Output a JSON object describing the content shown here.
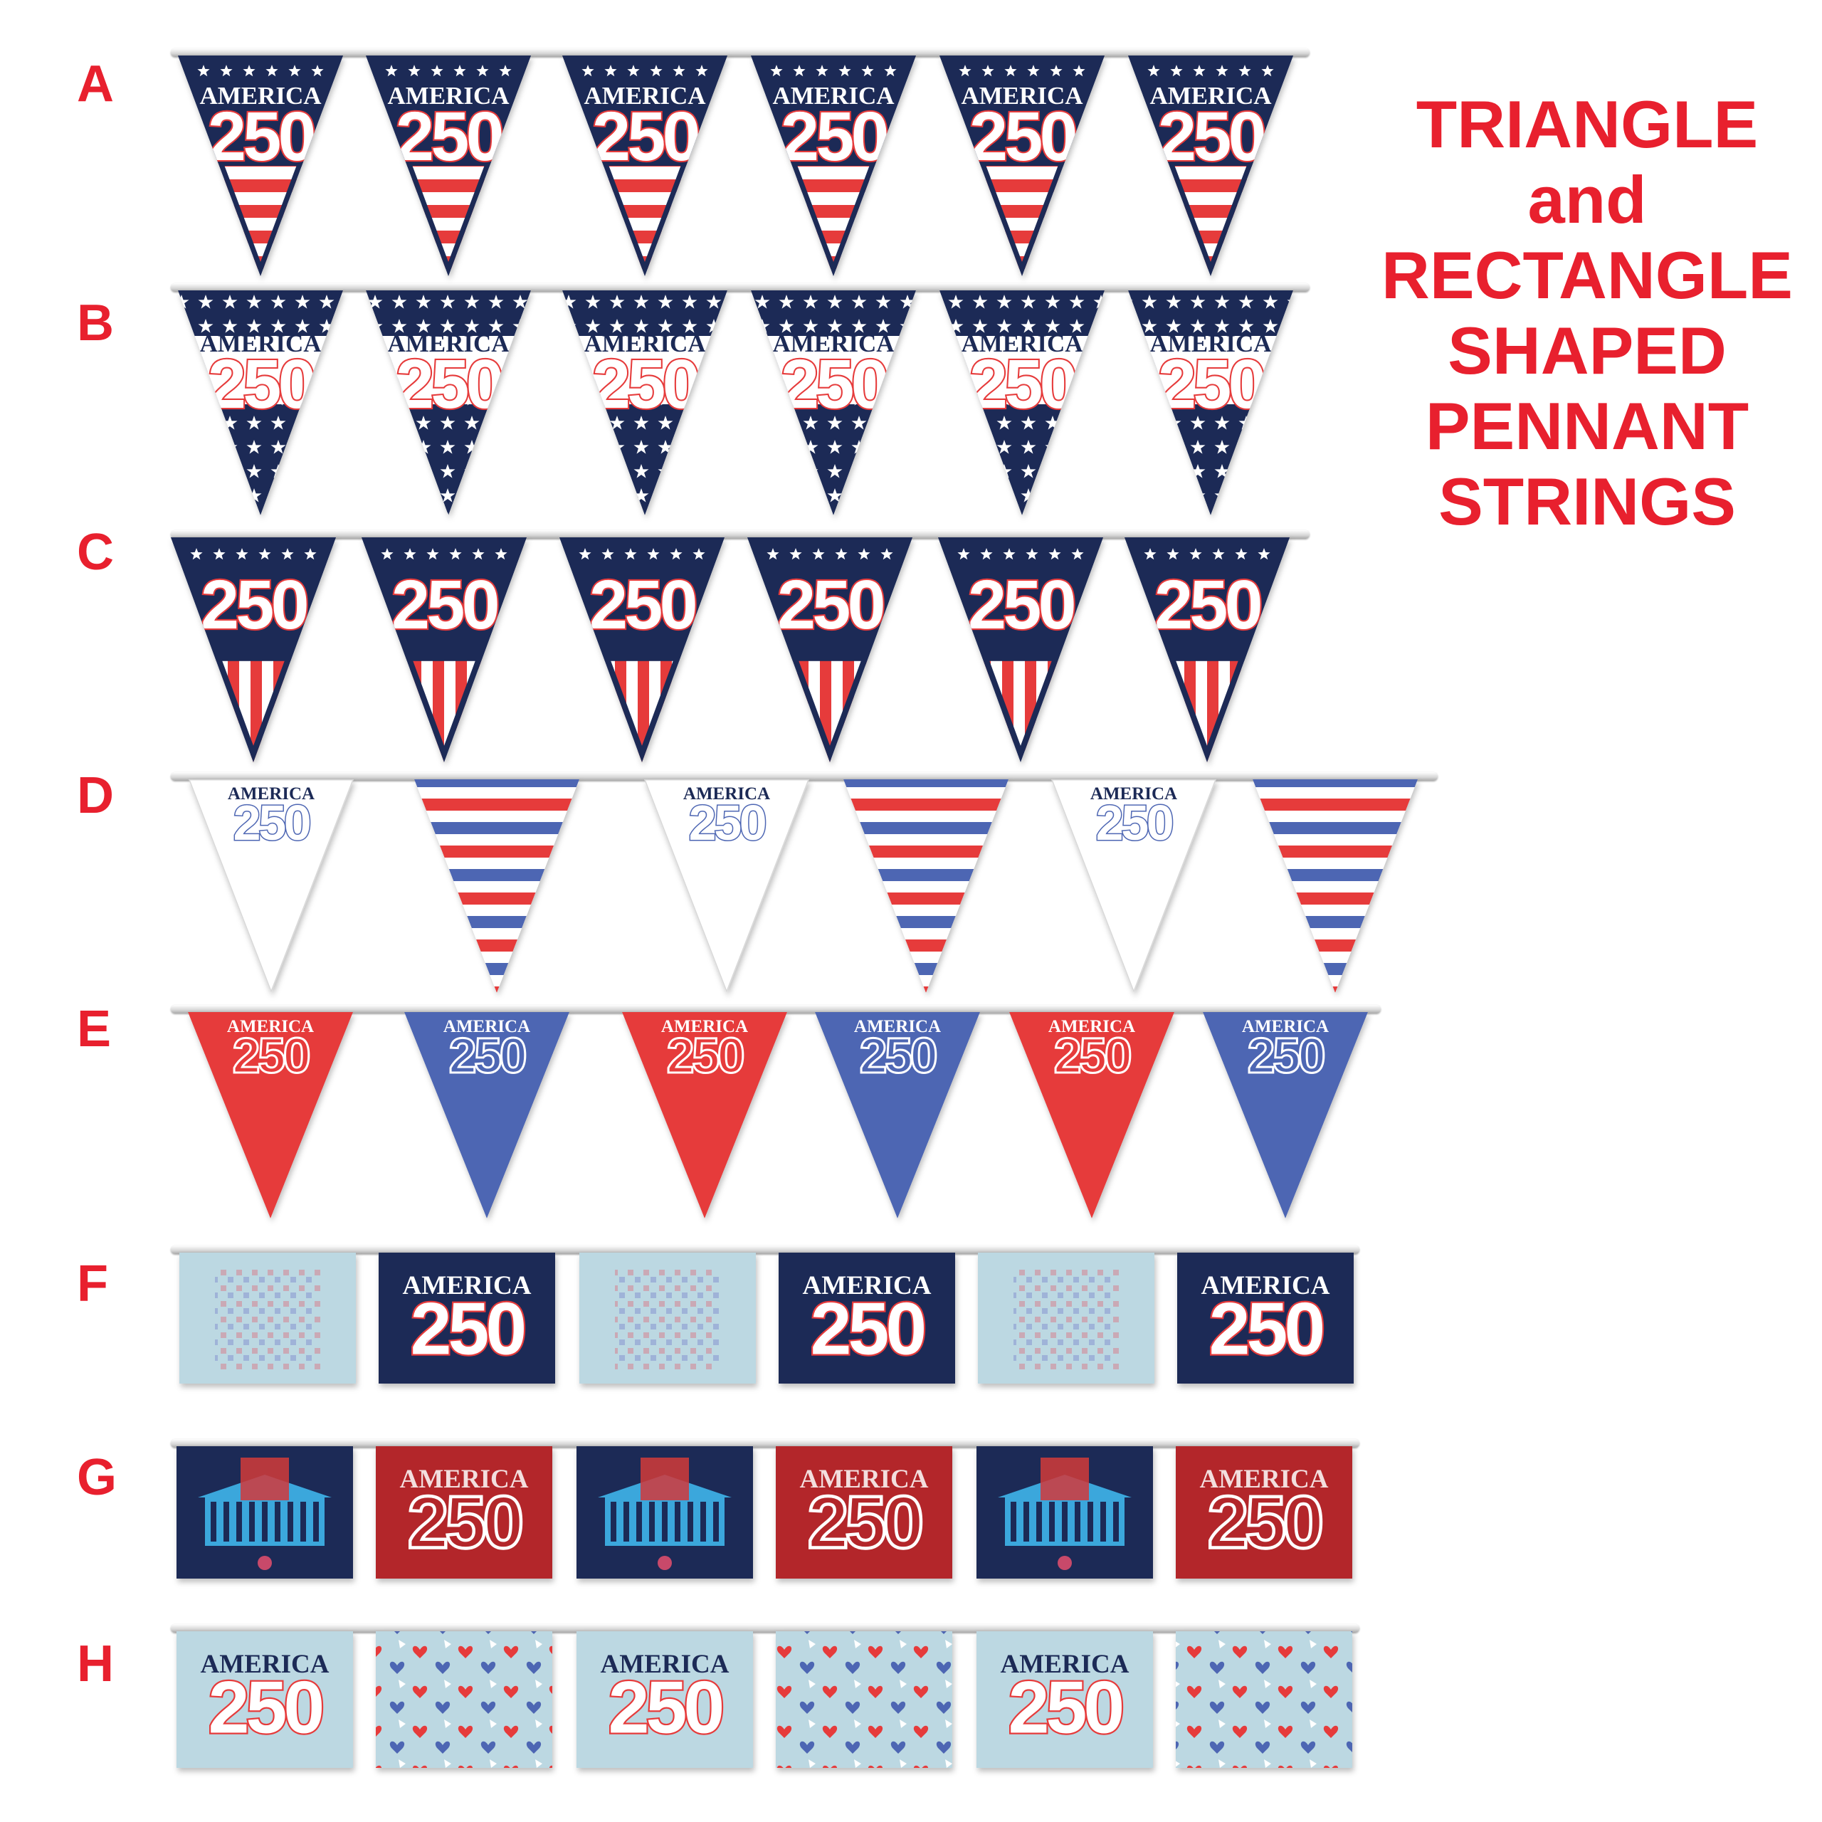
{
  "heading": {
    "lines": [
      "TRIANGLE",
      "and",
      "RECTANGLE",
      "SHAPED",
      "PENNANT",
      "STRINGS"
    ]
  },
  "rows": [
    {
      "letter": "A",
      "shape": "triangle",
      "style": "navy-stars-stripes",
      "flag_text": "AMERICA",
      "flag_number": "250"
    },
    {
      "letter": "B",
      "shape": "triangle",
      "style": "star-field-white-band",
      "flag_text": "AMERICA",
      "flag_number": "250"
    },
    {
      "letter": "C",
      "shape": "triangle",
      "style": "navy-stars-vertical-stripes",
      "flag_text": "",
      "flag_number": "250"
    },
    {
      "letter": "D",
      "shape": "triangle",
      "style": "alternating-white-logo-and-stripes",
      "flag_text": "AMERICA",
      "flag_number": "250"
    },
    {
      "letter": "E",
      "shape": "triangle",
      "style": "alternating-red-and-blue",
      "flag_text": "AMERICA",
      "flag_number": "250"
    },
    {
      "letter": "F",
      "shape": "rectangle",
      "style": "alternating-light-blue-and-navy",
      "flag_text": "AMERICA",
      "flag_number": "250"
    },
    {
      "letter": "G",
      "shape": "rectangle",
      "style": "alternating-navy-building-and-red",
      "flag_text": "AMERICA",
      "flag_number": "250"
    },
    {
      "letter": "H",
      "shape": "rectangle",
      "style": "alternating-light-blue-logo-and-pattern",
      "flag_text": "AMERICA",
      "flag_number": "250"
    }
  ],
  "colors": {
    "accent_red": "#e8202e",
    "navy": "#1c2a57",
    "flag_red": "#e63b3b",
    "flag_blue": "#4e66b3",
    "light_blue": "#bcd8e2",
    "dark_red": "#b3262a"
  }
}
